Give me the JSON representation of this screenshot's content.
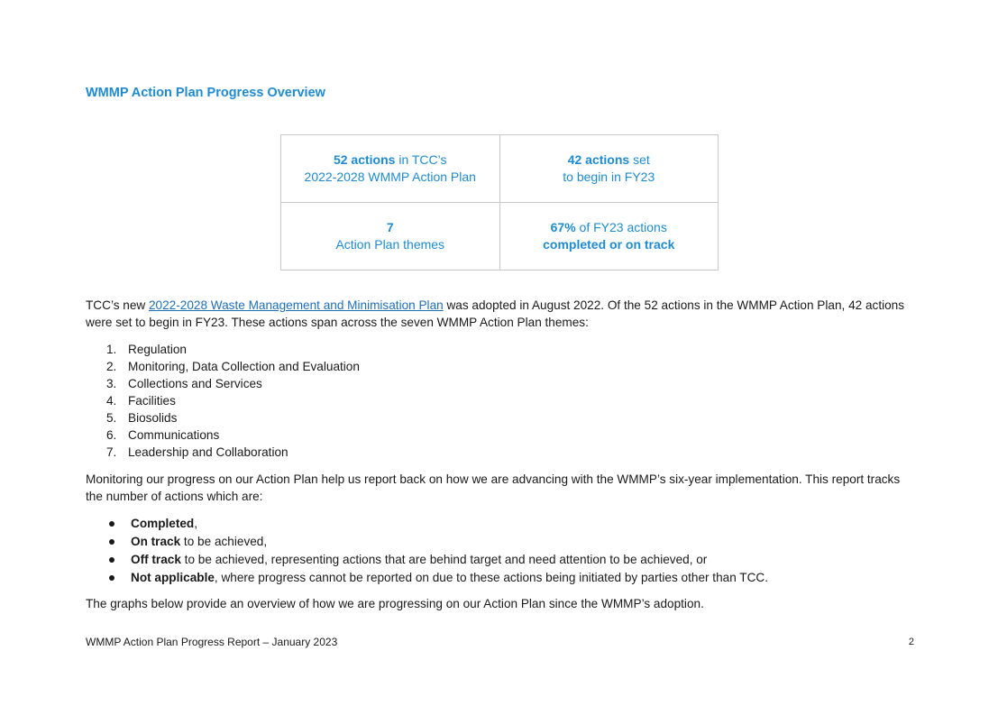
{
  "heading": "WMMP Action Plan Progress Overview",
  "summary": {
    "cell1": {
      "strong": "52 actions",
      "rest": " in TCC’s",
      "line2": "2022-2028 WMMP Action Plan"
    },
    "cell2": {
      "strong": "42 actions",
      "rest": " set",
      "line2": "to begin in FY23"
    },
    "cell3": {
      "strong": "7",
      "line2": "Action Plan themes"
    },
    "cell4": {
      "strong": "67%",
      "rest": " of FY23 actions",
      "line2_strong": "completed or on track"
    }
  },
  "intro": {
    "before_link": "TCC’s new ",
    "link_text": "2022-2028 Waste Management and Minimisation Plan",
    "after_link": " was adopted in August 2022. Of the 52 actions in the WMMP Action Plan, 42 actions were set to begin in FY23. These actions span across the seven WMMP Action Plan themes:"
  },
  "themes": [
    {
      "num": "1.",
      "label": "Regulation"
    },
    {
      "num": "2.",
      "label": "Monitoring, Data Collection and Evaluation"
    },
    {
      "num": "3.",
      "label": "Collections and Services"
    },
    {
      "num": "4.",
      "label": "Facilities"
    },
    {
      "num": "5.",
      "label": "Biosolids"
    },
    {
      "num": "6.",
      "label": "Communications"
    },
    {
      "num": "7.",
      "label": "Leadership and Collaboration"
    }
  ],
  "monitoring_text": "Monitoring our progress on our Action Plan help us report back on how we are advancing with the WMMP’s six-year implementation. This report tracks the number of actions which are:",
  "statuses": [
    {
      "strong": "Completed",
      "rest": ","
    },
    {
      "strong": "On track",
      "rest": " to be achieved,"
    },
    {
      "strong": "Off track",
      "rest": " to be achieved, representing actions that are behind target and need attention to be achieved, or"
    },
    {
      "strong": "Not applicable",
      "rest": ", where progress cannot be reported on due to these actions being initiated by parties other than TCC."
    }
  ],
  "closing_text": "The graphs below provide an overview of how we are progressing on our Action Plan since the WMMP’s adoption.",
  "footer": {
    "title": "WMMP Action Plan Progress Report – January 2023",
    "page": "2"
  },
  "colors": {
    "accent": "#1e8bd0",
    "link": "#1e6fb8",
    "border": "#c8c8c8"
  }
}
